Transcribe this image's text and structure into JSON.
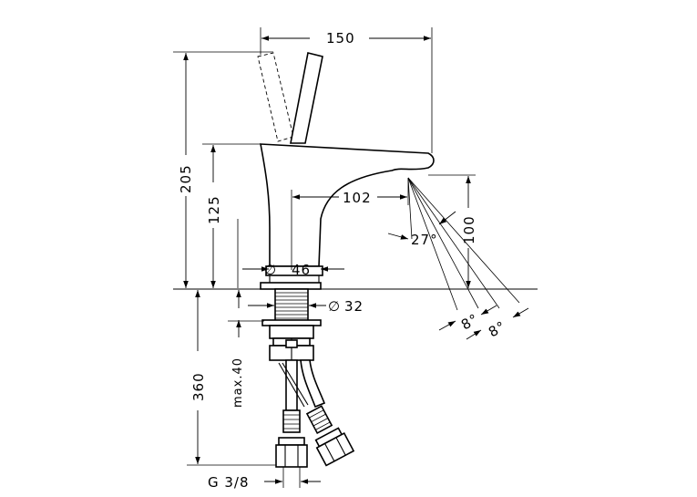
{
  "dimensions": {
    "width_top": "150",
    "height_total": "205",
    "height_spout": "125",
    "reach": "102",
    "spout_height_under": "100",
    "spray_angle": "27°",
    "body_diameter": "46",
    "thread_diameter": "32",
    "below_deck": "360",
    "max_deck": "max.40",
    "connection": "G 3/8",
    "angle_left": "8°",
    "angle_right": "8°"
  },
  "symbols": {
    "diameter": "∅"
  }
}
